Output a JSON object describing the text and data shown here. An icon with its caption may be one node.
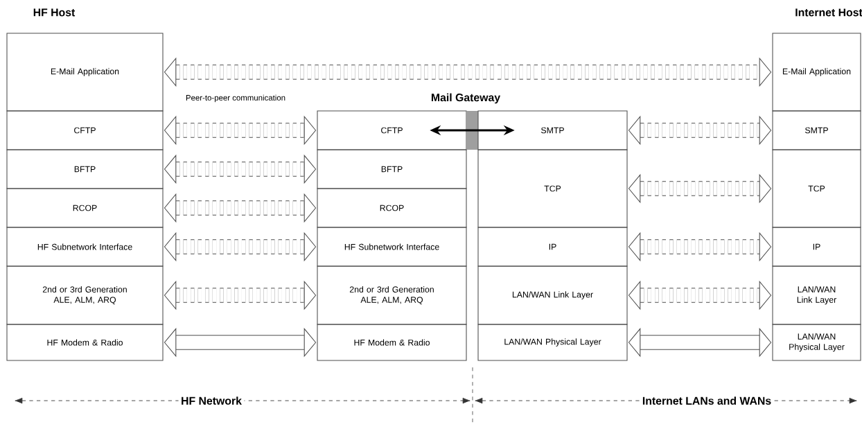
{
  "diagram": {
    "nodes": [
      {
        "text": [
          "E-Mail Application"
        ]
      },
      {
        "text": [
          "CFTP"
        ]
      },
      {
        "text": [
          "BFTP"
        ]
      },
      {
        "text": [
          "RCOP"
        ]
      },
      {
        "text": [
          "HF Subnetwork Interface"
        ]
      },
      {
        "text": [
          "2nd or 3rd Generation ALE, ALM, ARQ"
        ]
      },
      {
        "text": [
          "HF Modem & Radio"
        ]
      },
      {
        "text": [
          "CFTP"
        ]
      },
      {
        "text": [
          "BFTP"
        ]
      },
      {
        "text": [
          "RCOP"
        ]
      },
      {
        "text": [
          "HF Subnetwork Interface"
        ]
      },
      {
        "text": [
          "2nd or 3rd Generation ALE, ALM, ARQ"
        ]
      },
      {
        "text": [
          "HF Modem & Radio"
        ]
      },
      {
        "text": [
          "SMTP"
        ]
      },
      {
        "text": [
          "TCP"
        ]
      },
      {
        "text": [
          "IP"
        ]
      },
      {
        "text": [
          "LAN/WAN Link Layer"
        ]
      },
      {
        "text": [
          "LAN/WAN Physical Layer"
        ]
      },
      {
        "text": [
          "E-Mail Application"
        ]
      },
      {
        "text": [
          "SMTP"
        ]
      },
      {
        "text": [
          "TCP"
        ]
      },
      {
        "text": [
          "IP"
        ]
      },
      {
        "text": [
          "LAN/WAN Link Layer"
        ]
      },
      {
        "text": [
          "LAN/WAN Physical Layer"
        ]
      }
    ],
    "edges": [
      {
        "from": 0,
        "to": 18,
        "arrow": "both",
        "style": "dashed"
      },
      {
        "from": 1,
        "to": 7,
        "arrow": "both",
        "style": "dashed"
      },
      {
        "from": 2,
        "to": 8,
        "arrow": "both",
        "style": "dashed"
      },
      {
        "from": 3,
        "to": 9,
        "arrow": "both",
        "style": "dashed"
      },
      {
        "from": 4,
        "to": 10,
        "arrow": "both",
        "style": "dashed"
      },
      {
        "from": 5,
        "to": 11,
        "arrow": "both",
        "style": "dashed"
      },
      {
        "from": 6,
        "to": 12,
        "arrow": "both"
      },
      {
        "from": 7,
        "to": 13,
        "arrow": "both",
        "color": "#000000"
      },
      {
        "from": 13,
        "to": 19,
        "arrow": "both",
        "style": "dashed"
      },
      {
        "from": 14,
        "to": 20,
        "arrow": "both",
        "style": "dashed"
      },
      {
        "from": 15,
        "to": 21,
        "arrow": "both",
        "style": "dashed"
      },
      {
        "from": 16,
        "to": 22,
        "arrow": "both",
        "style": "dashed"
      },
      {
        "from": 17,
        "to": 23,
        "arrow": "both"
      }
    ],
    "labels": [
      "HF Host",
      "Internet Host",
      "Mail Gateway",
      "Peer-to-peer communication",
      "HF Network",
      "Internet LANs and WANs"
    ]
  }
}
